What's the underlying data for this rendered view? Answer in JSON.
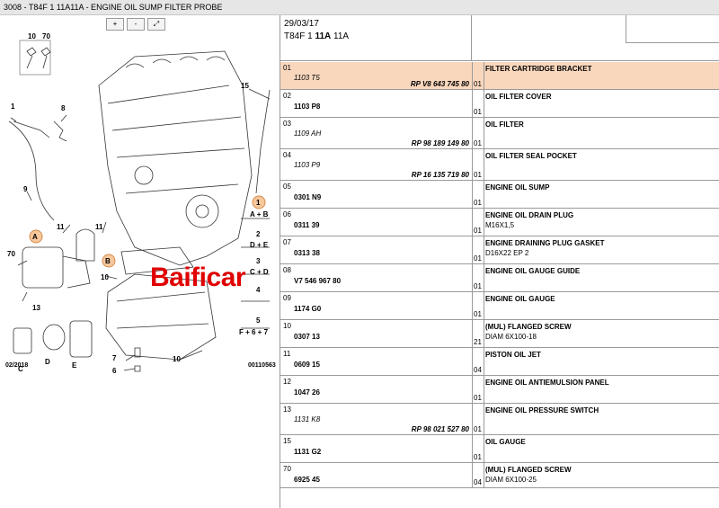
{
  "window": {
    "title": "3008 - T84F 1 11A11A - ENGINE OIL SUMP FILTER PROBE"
  },
  "toolbar": {
    "zoom_in": "+",
    "zoom_out": "-",
    "zoom_fit": "⤢"
  },
  "diagram": {
    "labels": {
      "l10": "10",
      "l70": "70",
      "l15": "15",
      "l1": "1",
      "l8": "8",
      "l9": "9",
      "l11a": "11",
      "l11b": "11",
      "lA": "A",
      "lB": "B",
      "l70b": "70",
      "l10b": "10",
      "l13": "13",
      "lC": "C",
      "lD": "D",
      "lE": "E",
      "l7": "7",
      "l6": "6",
      "l10c": "10",
      "g1": "1",
      "g1s": "A + B",
      "g2": "2",
      "g2s": "D + E",
      "g3": "3",
      "g3s": "C + D",
      "g4": "4",
      "g5": "5",
      "g5s": "F + 6 + 7"
    },
    "date": "02/2018",
    "code": "00110563",
    "watermark": "Baificar"
  },
  "header": {
    "date": "29/03/17",
    "code_pre": "T84F 1 ",
    "code_bold": "11A",
    "code_post": " 11A"
  },
  "parts": [
    {
      "num": "01",
      "ref": "1103 T5",
      "ref_style": "ital",
      "rp": "RP V8 643 745 80",
      "qty": "01",
      "desc": "FILTER CARTRIDGE BRACKET",
      "sub": ""
    },
    {
      "num": "02",
      "ref": "1103 P8",
      "ref_style": "bold",
      "rp": "",
      "qty": "01",
      "desc": "OIL FILTER COVER",
      "sub": ""
    },
    {
      "num": "03",
      "ref": "1109 AH",
      "ref_style": "ital",
      "rp": "RP 98 189 149 80",
      "qty": "01",
      "desc": "OIL FILTER",
      "sub": ""
    },
    {
      "num": "04",
      "ref": "1103 P9",
      "ref_style": "ital",
      "rp": "RP 16 135 719 80",
      "qty": "01",
      "desc": "OIL FILTER SEAL POCKET",
      "sub": ""
    },
    {
      "num": "05",
      "ref": "0301 N9",
      "ref_style": "bold",
      "rp": "",
      "qty": "01",
      "desc": "ENGINE OIL SUMP",
      "sub": ""
    },
    {
      "num": "06",
      "ref": "0311 39",
      "ref_style": "bold",
      "rp": "",
      "qty": "01",
      "desc": "ENGINE OIL DRAIN PLUG",
      "sub": "M16X1,5"
    },
    {
      "num": "07",
      "ref": "0313 38",
      "ref_style": "bold",
      "rp": "",
      "qty": "01",
      "desc": "ENGINE DRAINING PLUG GASKET",
      "sub": "D16X22 EP 2"
    },
    {
      "num": "08",
      "ref": "V7 546 967 80",
      "ref_style": "bold",
      "rp": "",
      "qty": "01",
      "desc": "ENGINE OIL GAUGE GUIDE",
      "sub": ""
    },
    {
      "num": "09",
      "ref": "1174 G0",
      "ref_style": "bold",
      "rp": "",
      "qty": "01",
      "desc": "ENGINE OIL GAUGE",
      "sub": ""
    },
    {
      "num": "10",
      "ref": "0307 13",
      "ref_style": "bold",
      "rp": "",
      "qty": "21",
      "desc": "(MUL) FLANGED SCREW",
      "sub": "DIAM 6X100-18"
    },
    {
      "num": "11",
      "ref": "0609 15",
      "ref_style": "bold",
      "rp": "",
      "qty": "04",
      "desc": "PISTON OIL JET",
      "sub": ""
    },
    {
      "num": "12",
      "ref": "1047 26",
      "ref_style": "bold",
      "rp": "",
      "qty": "01",
      "desc": "ENGINE OIL ANTIEMULSION PANEL",
      "sub": ""
    },
    {
      "num": "13",
      "ref": "1131 K8",
      "ref_style": "ital",
      "rp": "RP 98 021 527 80",
      "qty": "01",
      "desc": "ENGINE OIL PRESSURE SWITCH",
      "sub": ""
    },
    {
      "num": "15",
      "ref": "1131 G2",
      "ref_style": "bold",
      "rp": "",
      "qty": "01",
      "desc": "OIL GAUGE",
      "sub": ""
    },
    {
      "num": "70",
      "ref": "6925 45",
      "ref_style": "bold",
      "rp": "",
      "qty": "04",
      "desc": "(MUL) FLANGED SCREW",
      "sub": "DIAM 6X100-25"
    }
  ],
  "colors": {
    "selected_row": "#f9d7bd",
    "grid": "#9a9a9a",
    "watermark": "#e00000"
  }
}
